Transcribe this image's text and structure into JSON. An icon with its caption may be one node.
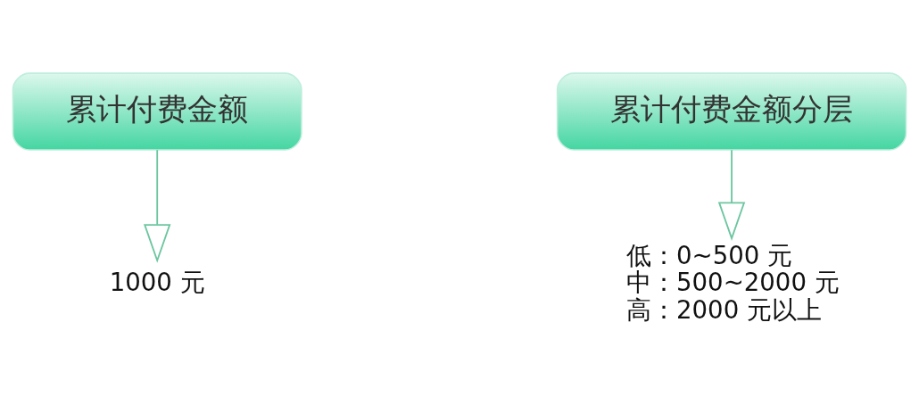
{
  "diagram": {
    "nodes": [
      {
        "text": [
          "累计付费金额"
        ]
      },
      {
        "text": [
          "累计付费金额分层"
        ]
      },
      {
        "text": [
          "1000 元"
        ]
      },
      {
        "text": [
          "低：0~500 元",
          "中：500~2000 元",
          "高：2000 元以上"
        ]
      }
    ],
    "edges": [
      {
        "from": 0,
        "to": 2,
        "arrow": "to"
      },
      {
        "from": 1,
        "to": 3,
        "arrow": "to"
      }
    ]
  }
}
